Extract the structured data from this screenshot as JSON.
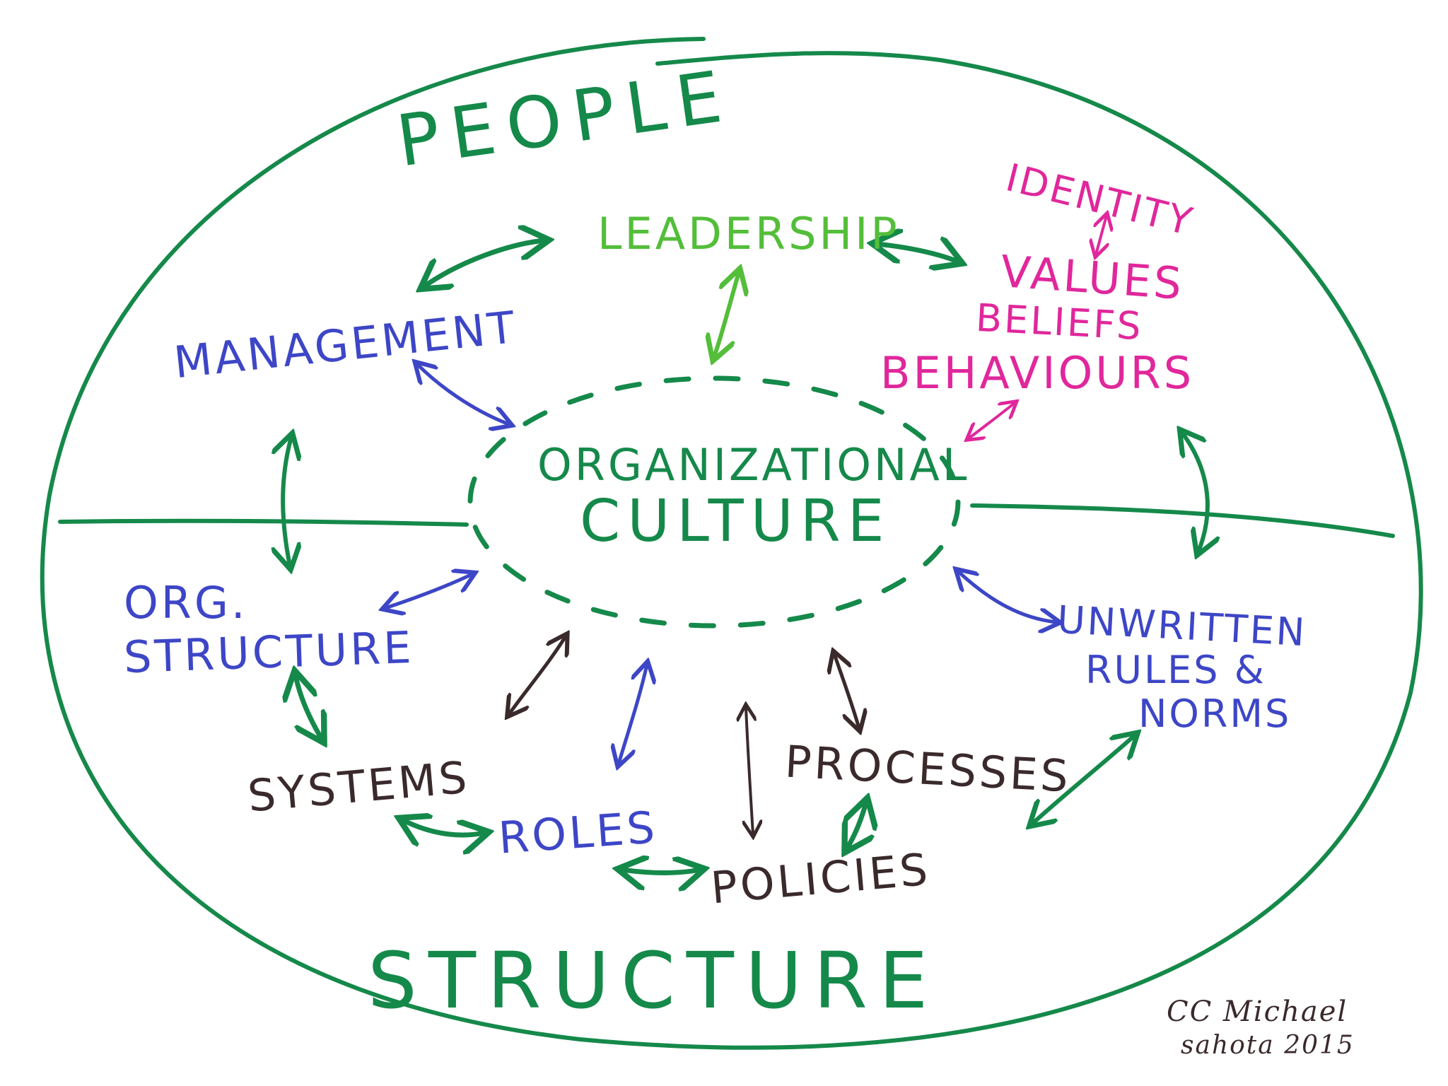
{
  "colors": {
    "green": "#15894a",
    "light_green": "#54be3a",
    "blue": "#3d46c6",
    "pink": "#e0279b",
    "dark": "#3a2a2c"
  },
  "labels": {
    "people": "PEOPLE",
    "structure": "STRUCTURE",
    "leadership": "LEADERSHIP",
    "management": "MANAGEMENT",
    "identity": "IDENTITY",
    "values": "VALUES",
    "beliefs": "BELIEFS",
    "behaviours": "BEHAVIOURS",
    "org_culture_line1": "ORGANIZATIONAL",
    "org_culture_line2": "CULTURE",
    "org_structure_line1": "ORG.",
    "org_structure_line2": "STRUCTURE",
    "unwritten_line1": "UNWRITTEN",
    "unwritten_line2": "RULES &",
    "unwritten_line3": "NORMS",
    "systems": "SYSTEMS",
    "roles": "ROLES",
    "processes": "PROCESSES",
    "policies": "POLICIES",
    "credit_line1": "CC Michael",
    "credit_line2": "sahota 2015"
  }
}
